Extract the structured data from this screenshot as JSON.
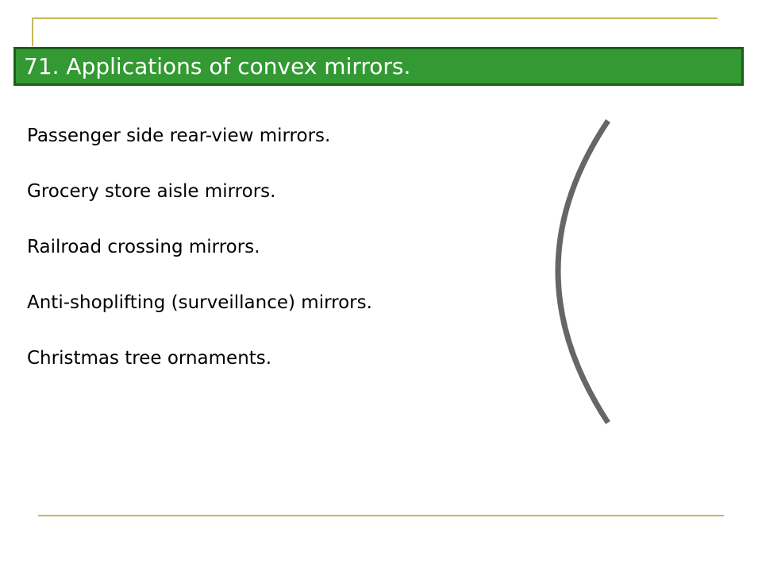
{
  "slide": {
    "title": "71. Applications of convex mirrors.",
    "items": [
      "Passenger side rear-view mirrors.",
      "Grocery store aisle mirrors.",
      "Railroad crossing mirrors.",
      "Anti-shoplifting (surveillance) mirrors.",
      "Christmas tree ornaments."
    ]
  },
  "colors": {
    "title_bar": "#339933",
    "title_border": "#1a5e1a",
    "rule": "#c8b75a",
    "mirror": "#666666"
  },
  "icons": {
    "mirror": "convex-mirror-arc-icon"
  }
}
